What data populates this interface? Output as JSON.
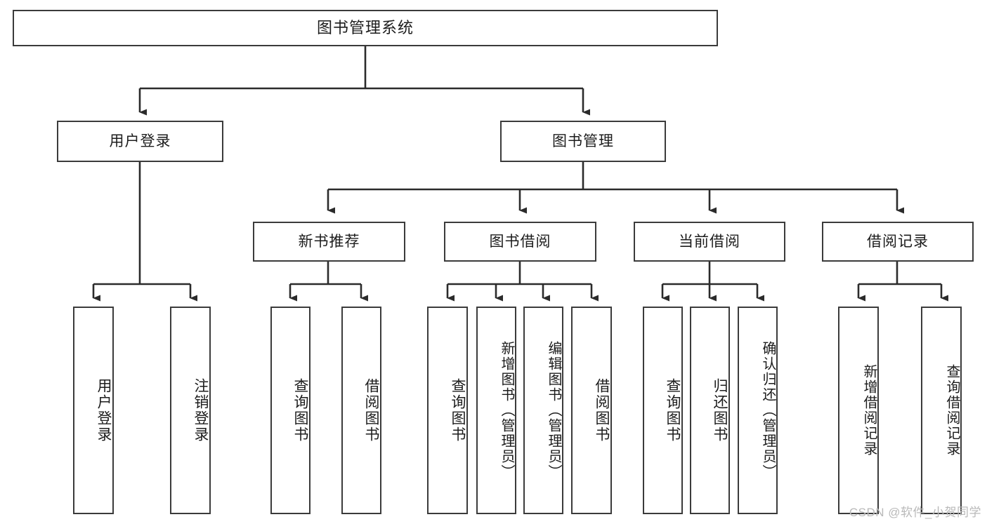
{
  "diagram": {
    "type": "tree-hierarchy-chart",
    "title": "图书管理系统",
    "watermark": "CSDN @软件_小贺同学",
    "colors": {
      "stroke": "#3b3b3b",
      "fill": "#ffffff",
      "text": "#1c1c1c",
      "watermark": "#b9b9b9"
    },
    "nodes": {
      "root": {
        "label": "图书管理系统"
      },
      "level2": [
        {
          "id": "user-login",
          "label": "用户登录"
        },
        {
          "id": "book-management",
          "label": "图书管理"
        }
      ],
      "level3": [
        {
          "id": "new-book-recommend",
          "label": "新书推荐"
        },
        {
          "id": "book-borrow",
          "label": "图书借阅"
        },
        {
          "id": "current-borrow",
          "label": "当前借阅"
        },
        {
          "id": "borrow-record",
          "label": "借阅记录"
        }
      ],
      "leaves": {
        "user_login": [
          {
            "id": "leaf-user-login",
            "label": "用户登录"
          },
          {
            "id": "leaf-logout-login",
            "label": "注销登录"
          }
        ],
        "new_book_recommend": [
          {
            "id": "leaf-query-book-1",
            "label": "查询图书"
          },
          {
            "id": "leaf-borrow-book-1",
            "label": "借阅图书"
          }
        ],
        "book_borrow": [
          {
            "id": "leaf-query-book-2",
            "label": "查询图书"
          },
          {
            "id": "leaf-add-book",
            "label": "新增图书（管理员）"
          },
          {
            "id": "leaf-edit-book",
            "label": "编辑图书（管理员）"
          },
          {
            "id": "leaf-borrow-book-2",
            "label": "借阅图书"
          }
        ],
        "current_borrow": [
          {
            "id": "leaf-query-book-3",
            "label": "查询图书"
          },
          {
            "id": "leaf-return-book",
            "label": "归还图书"
          },
          {
            "id": "leaf-confirm-return",
            "label": "确认归还（管理员）"
          }
        ],
        "borrow_record": [
          {
            "id": "leaf-add-record",
            "label": "新增借阅记录"
          },
          {
            "id": "leaf-query-record",
            "label": "查询借阅记录"
          }
        ]
      }
    }
  }
}
